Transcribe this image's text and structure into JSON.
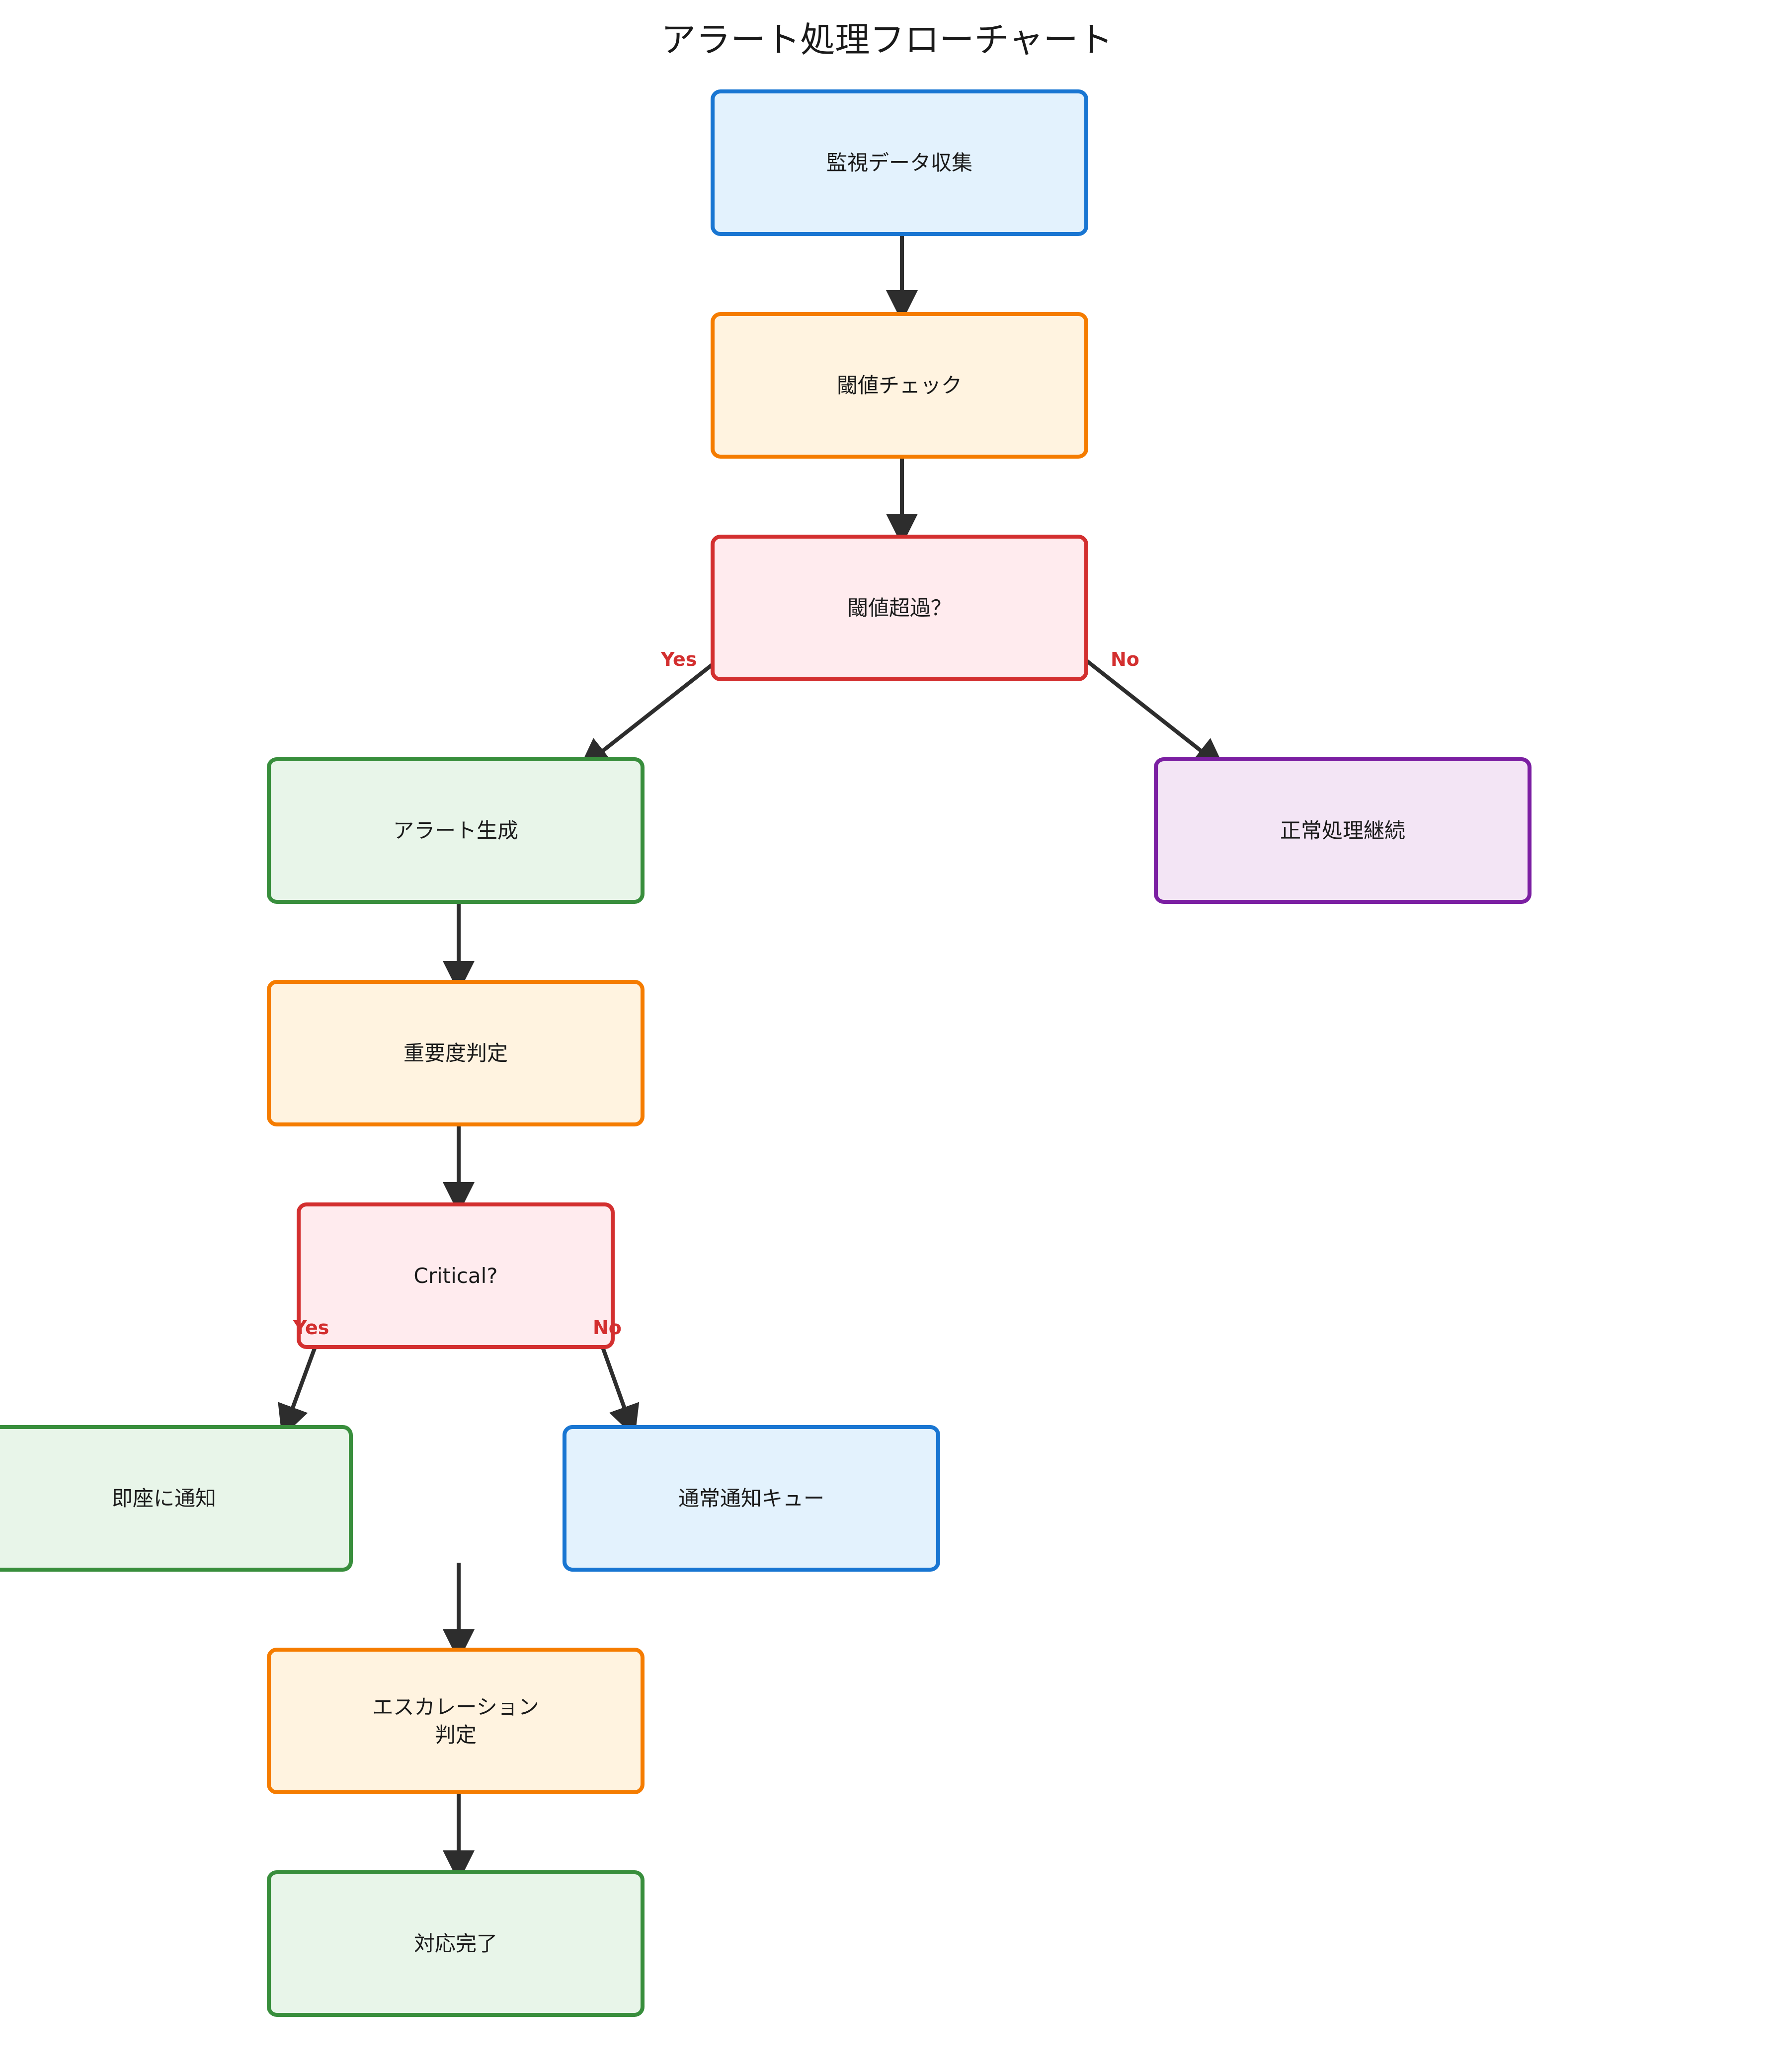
{
  "title": "アラート処理フローチャート",
  "colors": {
    "edge": "#2d2d2d",
    "label": "#d32f2f",
    "blue": {
      "stroke": "#1976d2",
      "fill": "#e3f2fd"
    },
    "orange": {
      "stroke": "#f57c00",
      "fill": "#fff3e0"
    },
    "red": {
      "stroke": "#d32f2f",
      "fill": "#ffebee"
    },
    "green": {
      "stroke": "#388e3c",
      "fill": "#e8f5e9"
    },
    "purple": {
      "stroke": "#7b1fa2",
      "fill": "#f3e5f5"
    }
  },
  "nodes": [
    {
      "id": "collect",
      "label": "監視データ収集",
      "color": "blue"
    },
    {
      "id": "check",
      "label": "閾値チェック",
      "color": "orange"
    },
    {
      "id": "exceeded",
      "label": "閾値超過？",
      "color": "red"
    },
    {
      "id": "generate",
      "label": "アラート生成",
      "color": "green"
    },
    {
      "id": "normal",
      "label": "正常処理継続",
      "color": "purple"
    },
    {
      "id": "severity",
      "label": "重要度判定",
      "color": "orange"
    },
    {
      "id": "critical",
      "label": "Critical?",
      "color": "red"
    },
    {
      "id": "immediate",
      "label": "即座に通知",
      "color": "green"
    },
    {
      "id": "queue",
      "label": "通常通知キュー",
      "color": "blue"
    },
    {
      "id": "escalation",
      "label": "エスカレーション\n判定",
      "color": "orange"
    },
    {
      "id": "done",
      "label": "対応完了",
      "color": "green"
    }
  ],
  "edges": [
    {
      "from": "collect",
      "to": "check"
    },
    {
      "from": "check",
      "to": "exceeded"
    },
    {
      "from": "exceeded",
      "to": "generate",
      "label": "Yes"
    },
    {
      "from": "exceeded",
      "to": "normal",
      "label": "No"
    },
    {
      "from": "generate",
      "to": "severity"
    },
    {
      "from": "severity",
      "to": "critical"
    },
    {
      "from": "critical",
      "to": "immediate",
      "label": "Yes"
    },
    {
      "from": "critical",
      "to": "queue",
      "label": "No"
    },
    {
      "to": "escalation"
    },
    {
      "from": "escalation",
      "to": "done"
    }
  ]
}
